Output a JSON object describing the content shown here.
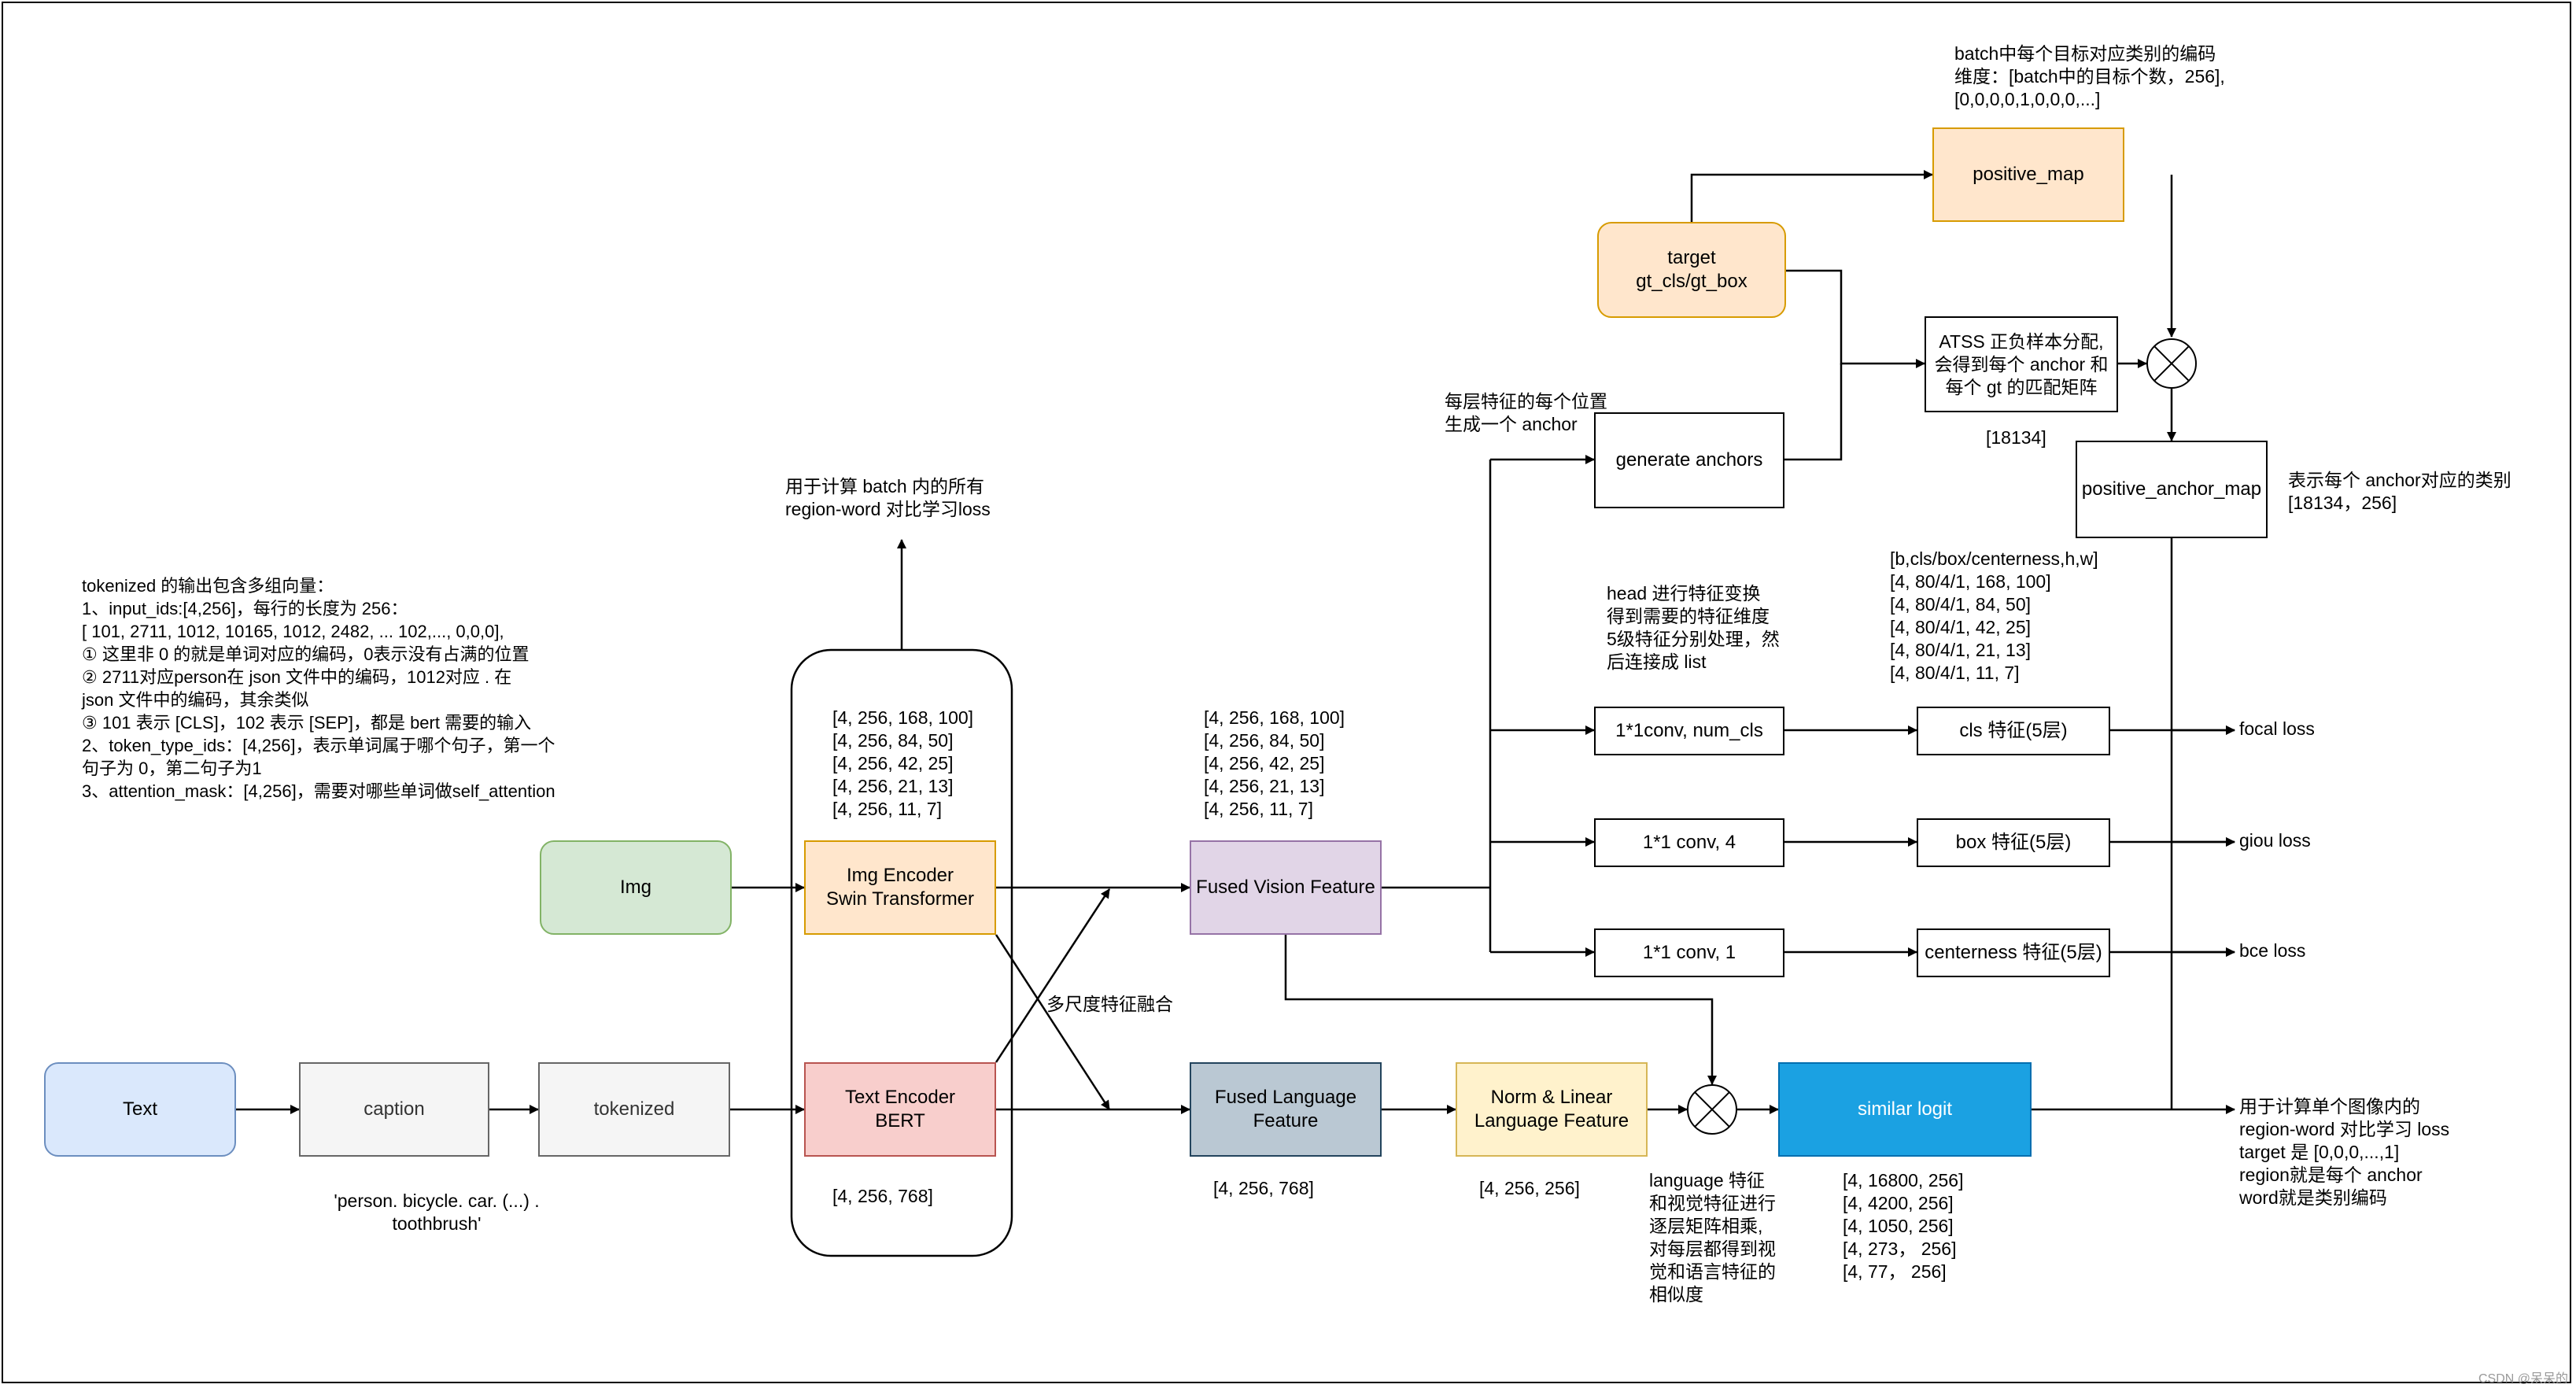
{
  "colors": {
    "img": {
      "fill": "#d5e8d4",
      "stroke": "#82b366"
    },
    "text": {
      "fill": "#dae8fc",
      "stroke": "#6c8ebf"
    },
    "grey": {
      "fill": "#f5f5f5",
      "stroke": "#666666"
    },
    "img_encoder": {
      "fill": "#ffe6cc",
      "stroke": "#d79b00"
    },
    "text_encoder": {
      "fill": "#f8cecc",
      "stroke": "#b85450"
    },
    "fused_vision": {
      "fill": "#e1d5e7",
      "stroke": "#9673a6"
    },
    "fused_language": {
      "fill": "#bac8d3",
      "stroke": "#23445d"
    },
    "norm_linear": {
      "fill": "#fff2cc",
      "stroke": "#d6b656"
    },
    "similar_logit": {
      "fill": "#1ba1e2",
      "stroke": "#006eaf",
      "text": "#ffffff"
    }
  },
  "nodes": {
    "img": "Img",
    "text": "Text",
    "caption": "caption",
    "tokenized": "tokenized",
    "img_encoder": "Img Encoder\nSwin Transformer",
    "text_encoder": "Text Encoder\nBERT",
    "fused_vision": "Fused Vision Feature",
    "fused_language": "Fused Language\nFeature",
    "norm_linear": "Norm & Linear\nLanguage Feature",
    "similar_logit": "similar logit",
    "target": "target\ngt_cls/gt_box",
    "positive_map": "positive_map",
    "atss": "ATSS 正负样本分配,\n会得到每个 anchor 和\n每个 gt 的匹配矩阵",
    "generate_anchors": "generate anchors",
    "positive_anchor_map": "positive_anchor_map",
    "conv_cls": "1*1conv, num_cls",
    "conv_box": "1*1 conv, 4",
    "conv_ctr": "1*1 conv, 1",
    "cls_feat": "cls 特征(5层)",
    "box_feat": "box 特征(5层)",
    "ctr_feat": "centerness 特征(5层)"
  },
  "annotations": {
    "tokenized_note": "tokenized 的输出包含多组向量：\n1、input_ids:[4,256]，每行的长度为 256：\n    [ 101,    2711, 1012, 10165, 1012, 2482, ... 102,..., 0,0,0],\n    ① 这里非 0 的就是单词对应的编码，0表示没有占满的位置\n    ② 2711对应person在 json 文件中的编码，1012对应 . 在\njson 文件中的编码，其余类似\n    ③ 101 表示 [CLS]，102 表示 [SEP]，都是 bert 需要的输入\n2、token_type_ids：[4,256]，表示单词属于哪个句子，第一个\n句子为 0，第二句子为1\n3、attention_mask：[4,256]，需要对哪些单词做self_attention",
    "caption_note": "'person. bicycle. car. (...) .\ntoothbrush'",
    "contrast_note": "用于计算 batch 内的所有\nregion-word 对比学习loss",
    "img_dims": "[4, 256, 168, 100]\n[4, 256, 84, 50]\n[4, 256, 42, 25]\n[4, 256, 21, 13]\n[4, 256, 11, 7]",
    "text_dim": "[4, 256, 768]",
    "fused_vision_dims": "[4, 256, 168, 100]\n[4, 256, 84, 50]\n[4, 256, 42, 25]\n[4, 256, 21, 13]\n[4, 256, 11, 7]",
    "fusion_label": "多尺度特征融合",
    "fused_language_dim": "[4, 256, 768]",
    "norm_dim": "[4, 256, 256]",
    "language_vision_note": "language 特征\n和视觉特征进行\n逐层矩阵相乘,\n对每层都得到视\n觉和语言特征的\n相似度",
    "similar_dims": "[4, 16800, 256]\n[4, 4200,   256]\n[4, 1050,   256]\n[4, 273，  256]\n[4, 77，  256]",
    "region_word_note": "用于计算单个图像内的\nregion-word 对比学习 loss\ntarget 是 [0,0,0,...,1]\nregion就是每个 anchor\nword就是类别编码",
    "anchor_note": "每层特征的每个位置\n生成一个 anchor",
    "atss_dim": "[18134]",
    "positive_map_note": "batch中每个目标对应类别的编码\n维度：[batch中的目标个数，256],\n[0,0,0,0,1,0,0,0,...]",
    "positive_anchor_note": "表示每个 anchor对应的类别\n[18134，256]",
    "head_note": "head 进行特征变换\n得到需要的特征维度\n5级特征分别处理，然\n后连接成 list",
    "head_dims": "[b,cls/box/centerness,h,w]\n[4, 80/4/1, 168, 100]\n[4, 80/4/1, 84, 50]\n[4, 80/4/1, 42, 25]\n[4, 80/4/1, 21, 13]\n[4, 80/4/1, 11, 7]",
    "focal_loss": "focal loss",
    "giou_loss": "giou loss",
    "bce_loss": "bce loss"
  },
  "watermark": "CSDN @呆呆的"
}
